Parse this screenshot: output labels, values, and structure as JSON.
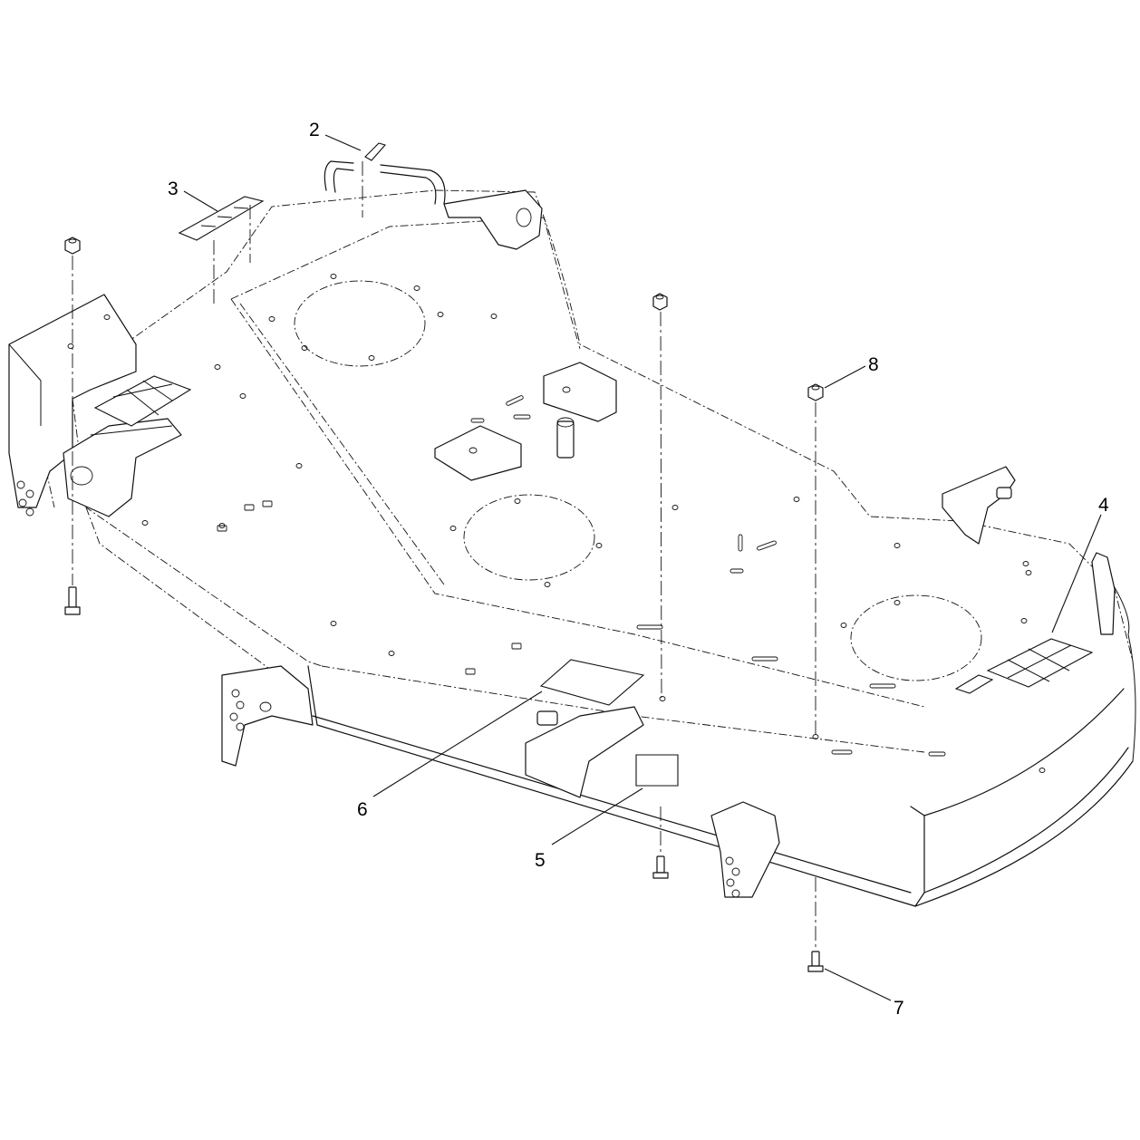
{
  "callouts": [
    {
      "id": "c2",
      "label": "2"
    },
    {
      "id": "c3",
      "label": "3"
    },
    {
      "id": "c4",
      "label": "4"
    },
    {
      "id": "c5",
      "label": "5"
    },
    {
      "id": "c6",
      "label": "6"
    },
    {
      "id": "c7",
      "label": "7"
    },
    {
      "id": "c8",
      "label": "8"
    }
  ]
}
